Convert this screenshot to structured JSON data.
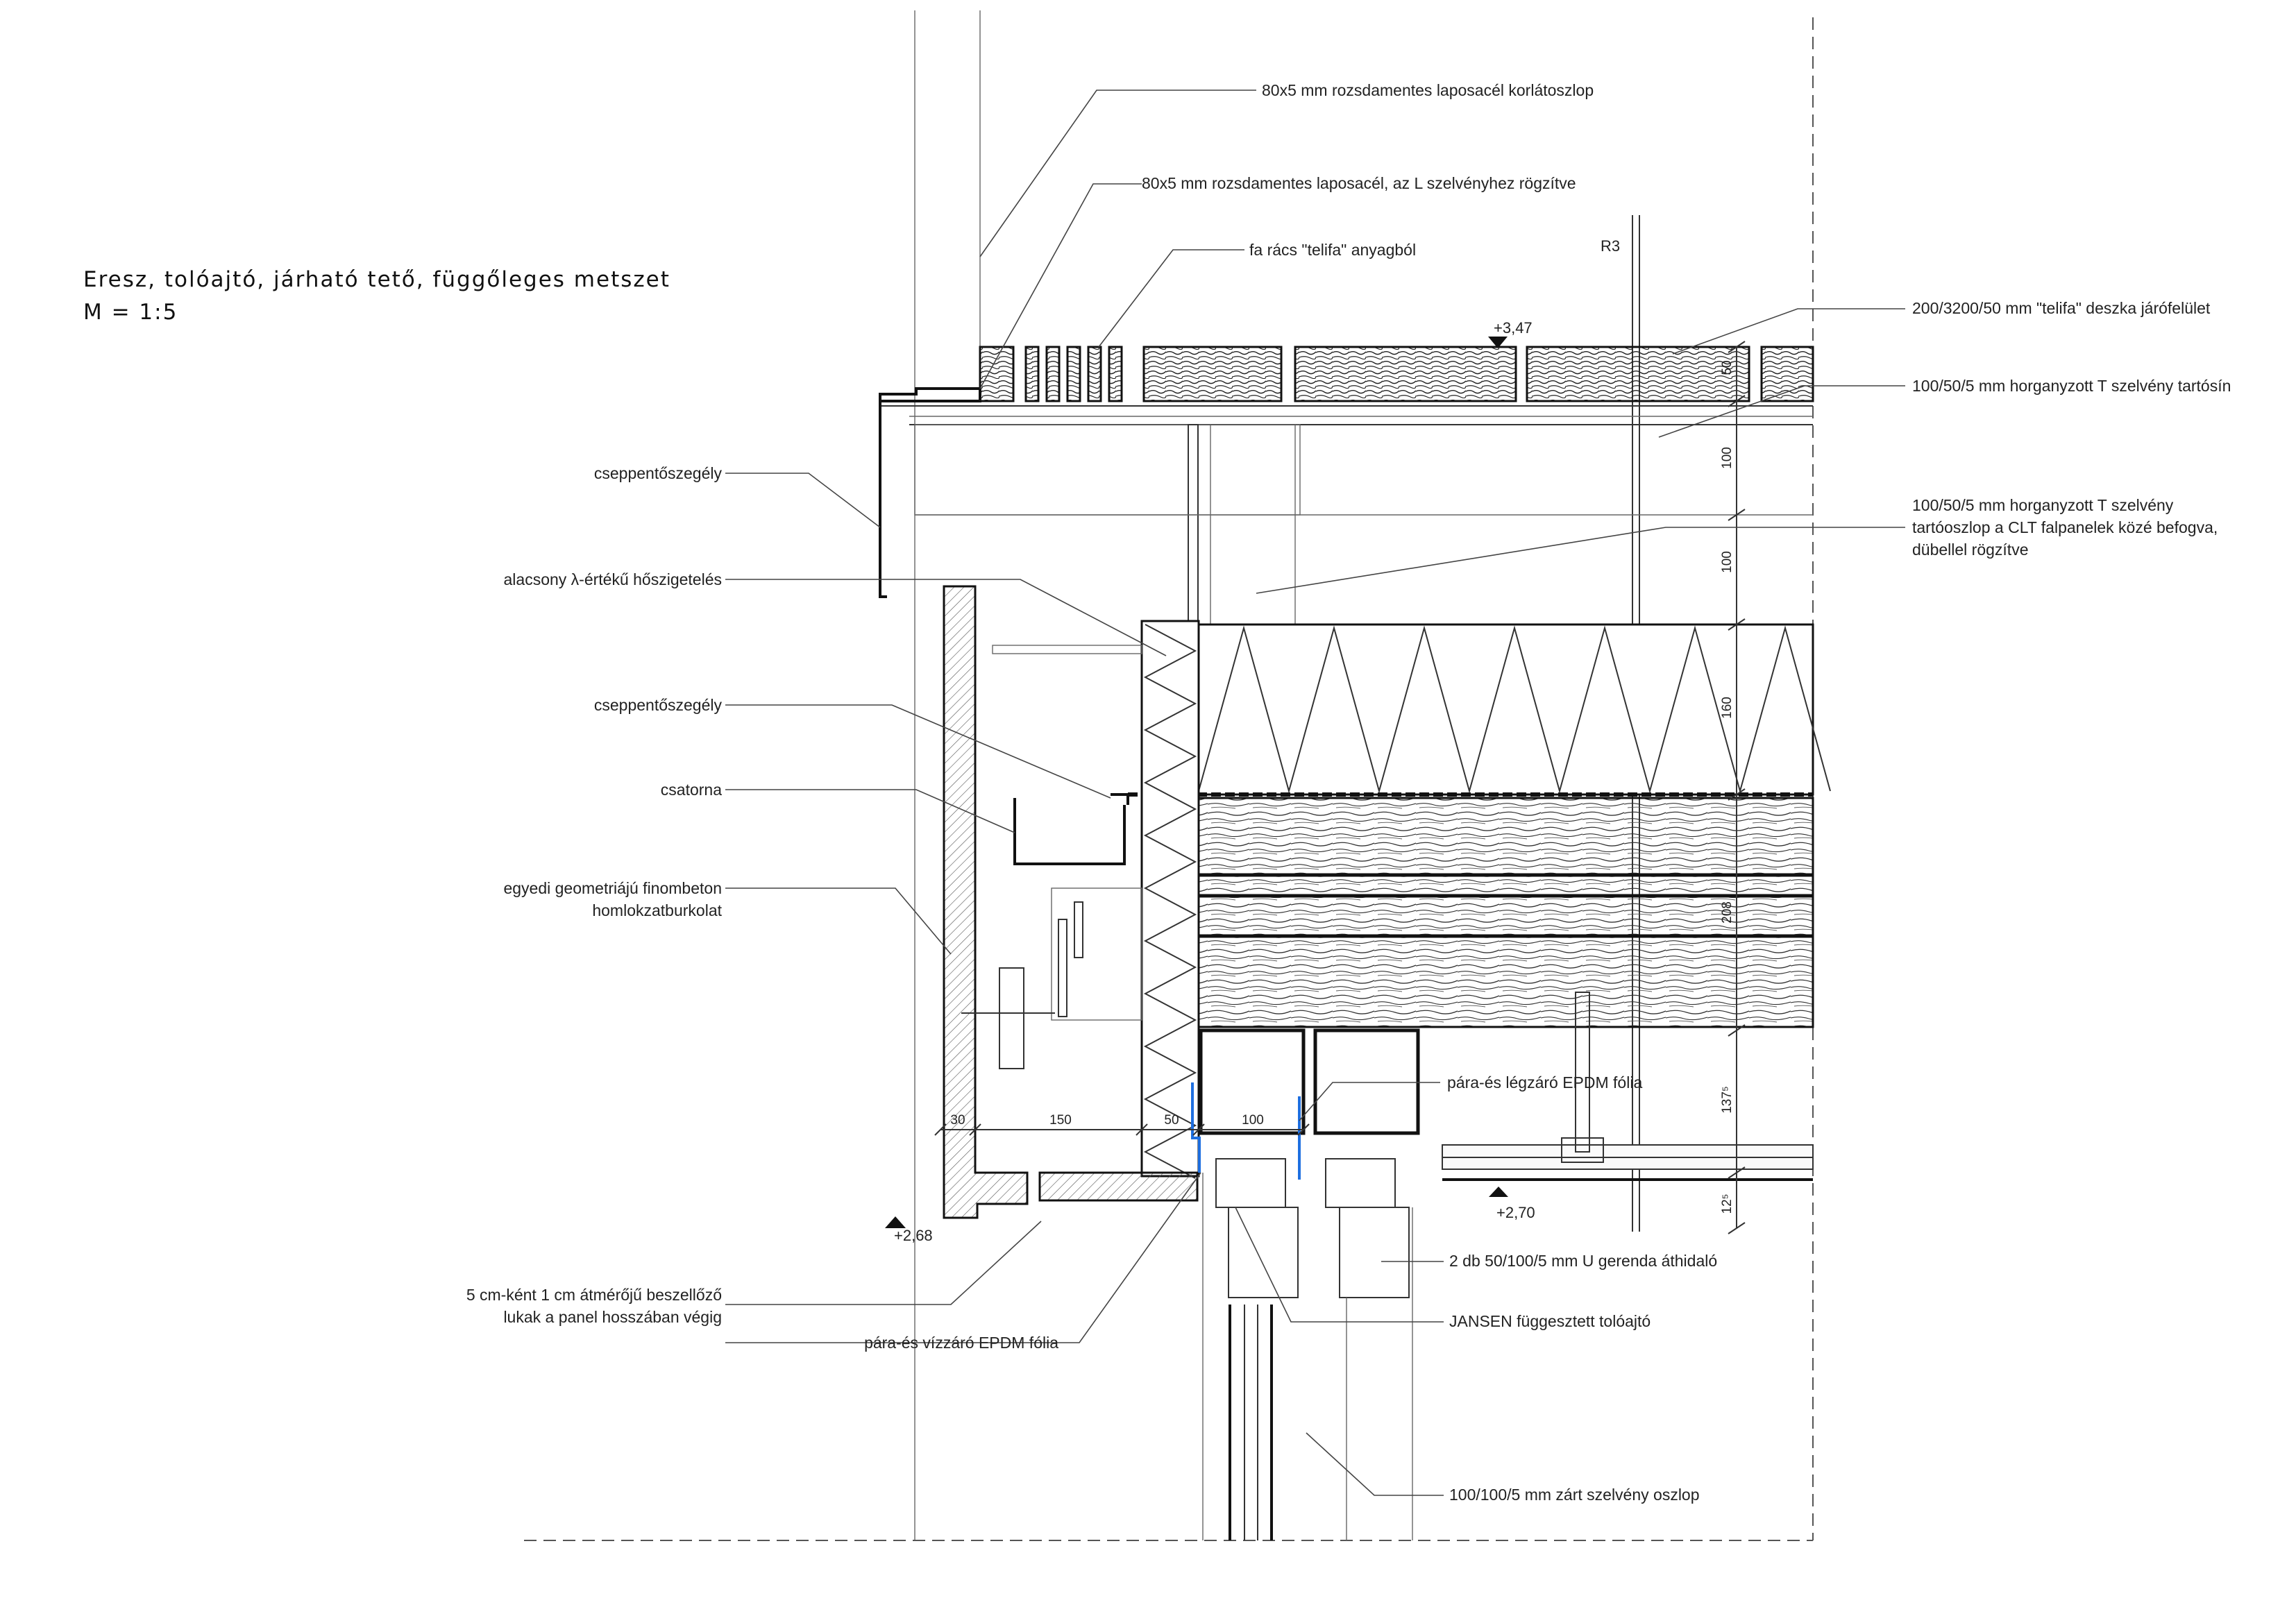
{
  "title": {
    "heading": "Eresz, tolóajtó, járható tető, függőleges metszet",
    "scale": "M = 1:5"
  },
  "grid_label": "R3",
  "levels": {
    "top": "+3,47",
    "floor": "+2,70",
    "bottom": "+2,68"
  },
  "annotations_right": [
    "80x5 mm rozsdamentes laposacél korlátoszlop",
    "80x5 mm rozsdamentes laposacél, az L szelvényhez rögzítve",
    "fa rács \"telifa\" anyagból",
    "200/3200/50 mm \"telifa\" deszka járófelület",
    "100/50/5 mm horganyzott T szelvény tartósín",
    "100/50/5 mm horganyzott T szelvény",
    "tartóoszlop a CLT falpanelek közé befogva,",
    "dübellel rögzítve",
    "pára-és légzáró EPDM fólia",
    "2 db 50/100/5 mm U gerenda áthidaló",
    "JANSEN függesztett tolóajtó",
    "100/100/5 mm zárt szelvény oszlop"
  ],
  "annotations_left": [
    "cseppentőszegély",
    "alacsony λ-értékű hőszigetelés",
    "cseppentőszegély",
    "csatorna",
    "egyedi geometriájú finombeton",
    "homlokzatburkolat",
    "5 cm-ként 1 cm átmérőjű beszellőző",
    "lukak a panel hosszában végig",
    "pára-és vízzáró EPDM fólia"
  ],
  "dimensions_vertical": [
    "50",
    "100",
    "100",
    "160",
    "208",
    "137⁵",
    "12⁵"
  ],
  "dimensions_horizontal": [
    "30",
    "150",
    "50",
    "100"
  ]
}
